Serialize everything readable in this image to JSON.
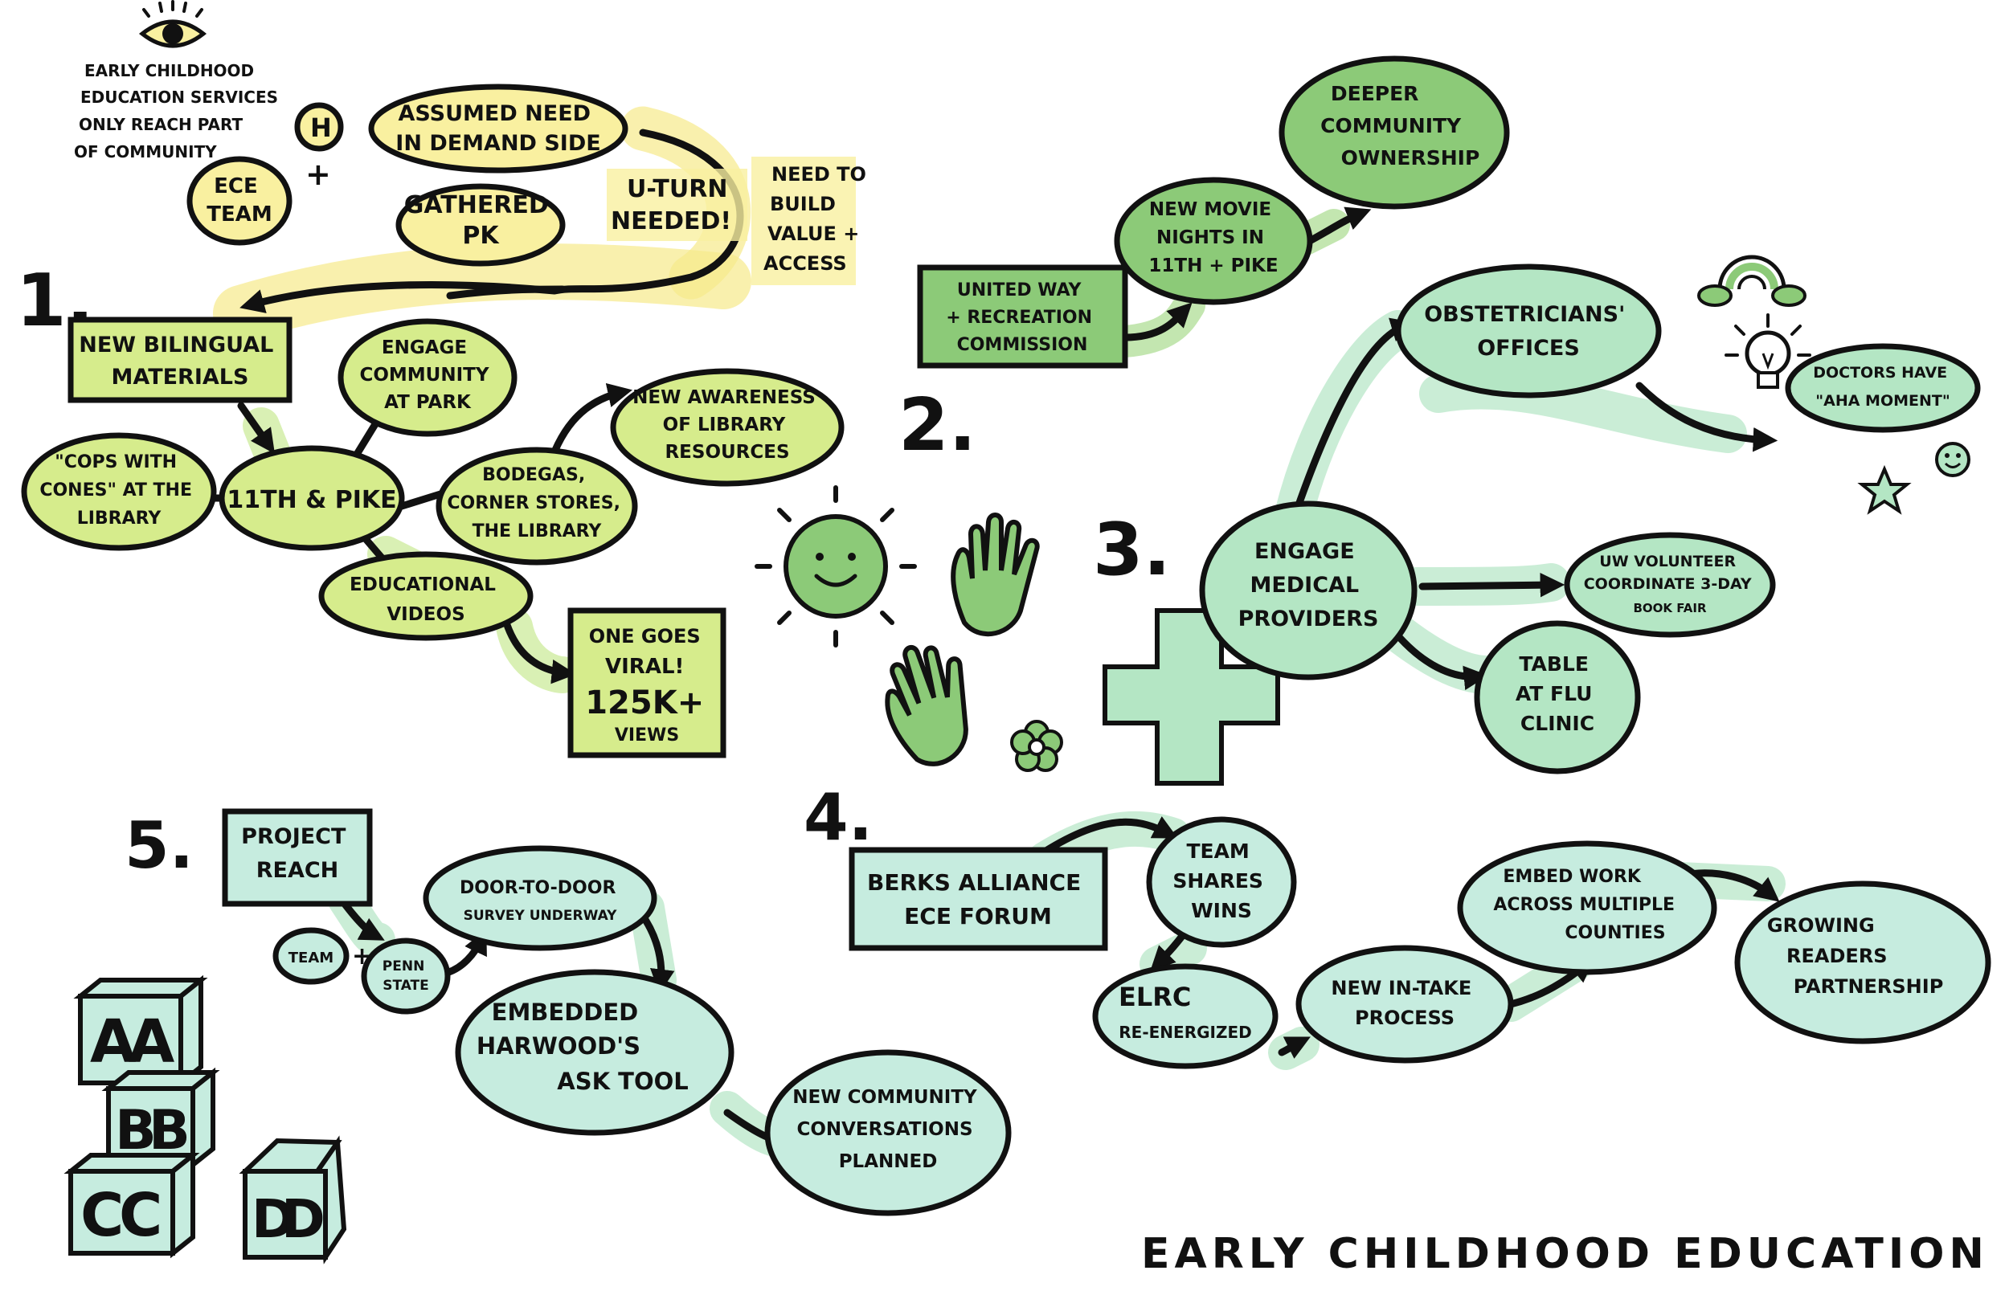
{
  "title": "EARLY CHILDHOOD EDUCATION (ECE)",
  "step_numbers": [
    "1.",
    "2.",
    "3.",
    "4.",
    "5."
  ],
  "intro": {
    "note": [
      "EARLY CHILDHOOD",
      "EDUCATION SERVICES",
      "ONLY REACH PART",
      "OF COMMUNITY"
    ],
    "ece_team": [
      "ECE",
      "TEAM"
    ],
    "plus": "+",
    "h_badge": "H",
    "assumed_need": [
      "ASSUMED NEED",
      "IN DEMAND SIDE"
    ],
    "gathered_pk": [
      "GATHERED",
      "PK"
    ],
    "u_turn": [
      "U-TURN",
      "NEEDED!"
    ],
    "need_to_build": [
      "NEED TO",
      "BUILD",
      "VALUE +",
      "ACCESS"
    ]
  },
  "section1": {
    "bilingual": [
      "NEW BILINGUAL",
      "MATERIALS"
    ],
    "cops": [
      "\"COPS WITH",
      "CONES\" AT THE",
      "LIBRARY"
    ],
    "hub": [
      "11TH & PIKE"
    ],
    "engage_park": [
      "ENGAGE",
      "COMMUNITY",
      "AT PARK"
    ],
    "bodegas": [
      "BODEGAS,",
      "CORNER STORES,",
      "THE LIBRARY"
    ],
    "awareness": [
      "NEW AWARENESS",
      "OF LIBRARY",
      "RESOURCES"
    ],
    "videos": [
      "EDUCATIONAL",
      "VIDEOS"
    ],
    "viral": [
      "ONE GOES",
      "VIRAL!",
      "125K+",
      "VIEWS"
    ]
  },
  "section2": {
    "united_way": [
      "UNITED WAY",
      "+ RECREATION",
      "COMMISSION"
    ],
    "movie_nights": [
      "NEW MOVIE",
      "NIGHTS IN",
      "11TH + PIKE"
    ],
    "ownership": [
      "DEEPER",
      "COMMUNITY",
      "OWNERSHIP"
    ]
  },
  "section3": {
    "medical": [
      "ENGAGE",
      "MEDICAL",
      "PROVIDERS"
    ],
    "obstetricians": [
      "OBSTETRICIANS'",
      "OFFICES"
    ],
    "aha": [
      "DOCTORS HAVE",
      "\"AHA MOMENT\""
    ],
    "uw_volunteer": [
      "UW VOLUNTEER",
      "COORDINATE 3-DAY",
      "BOOK FAIR"
    ],
    "flu_clinic": [
      "TABLE",
      "AT FLU",
      "CLINIC"
    ]
  },
  "section4": {
    "berks": [
      "BERKS ALLIANCE",
      "ECE FORUM"
    ],
    "team_wins": [
      "TEAM",
      "SHARES",
      "WINS"
    ],
    "elrc": [
      "ELRC",
      "RE-ENERGIZED"
    ],
    "intake": [
      "NEW IN-TAKE",
      "PROCESS"
    ],
    "embed_work": [
      "EMBED WORK",
      "ACROSS MULTIPLE",
      "COUNTIES"
    ],
    "growing": [
      "GROWING",
      "READERS",
      "PARTNERSHIP"
    ]
  },
  "section5": {
    "project_reach": [
      "PROJECT",
      "REACH"
    ],
    "team": [
      "TEAM"
    ],
    "plus": "+",
    "penn_state": [
      "PENN",
      "STATE"
    ],
    "door_survey": [
      "DOOR-TO-DOOR",
      "SURVEY UNDERWAY"
    ],
    "harwoods": [
      "EMBEDDED",
      "HARWOOD'S",
      "ASK TOOL"
    ],
    "conversations": [
      "NEW COMMUNITY",
      "CONVERSATIONS",
      "PLANNED"
    ]
  },
  "blocks": [
    "A",
    "A",
    "B",
    "B",
    "C",
    "C",
    "D",
    "D"
  ],
  "icons": [
    "eye-icon",
    "sun-icon",
    "hand-icon",
    "flower-icon",
    "medical-cross-icon",
    "rainbow-icon",
    "lightbulb-icon",
    "smiley-icon",
    "star-icon",
    "alphabet-blocks-icon"
  ],
  "colors": {
    "yellow": "#f9f0a0",
    "light_green": "#d6ec8c",
    "green": "#8cca78",
    "teal": "#c6ecdf",
    "ink": "#111111"
  }
}
